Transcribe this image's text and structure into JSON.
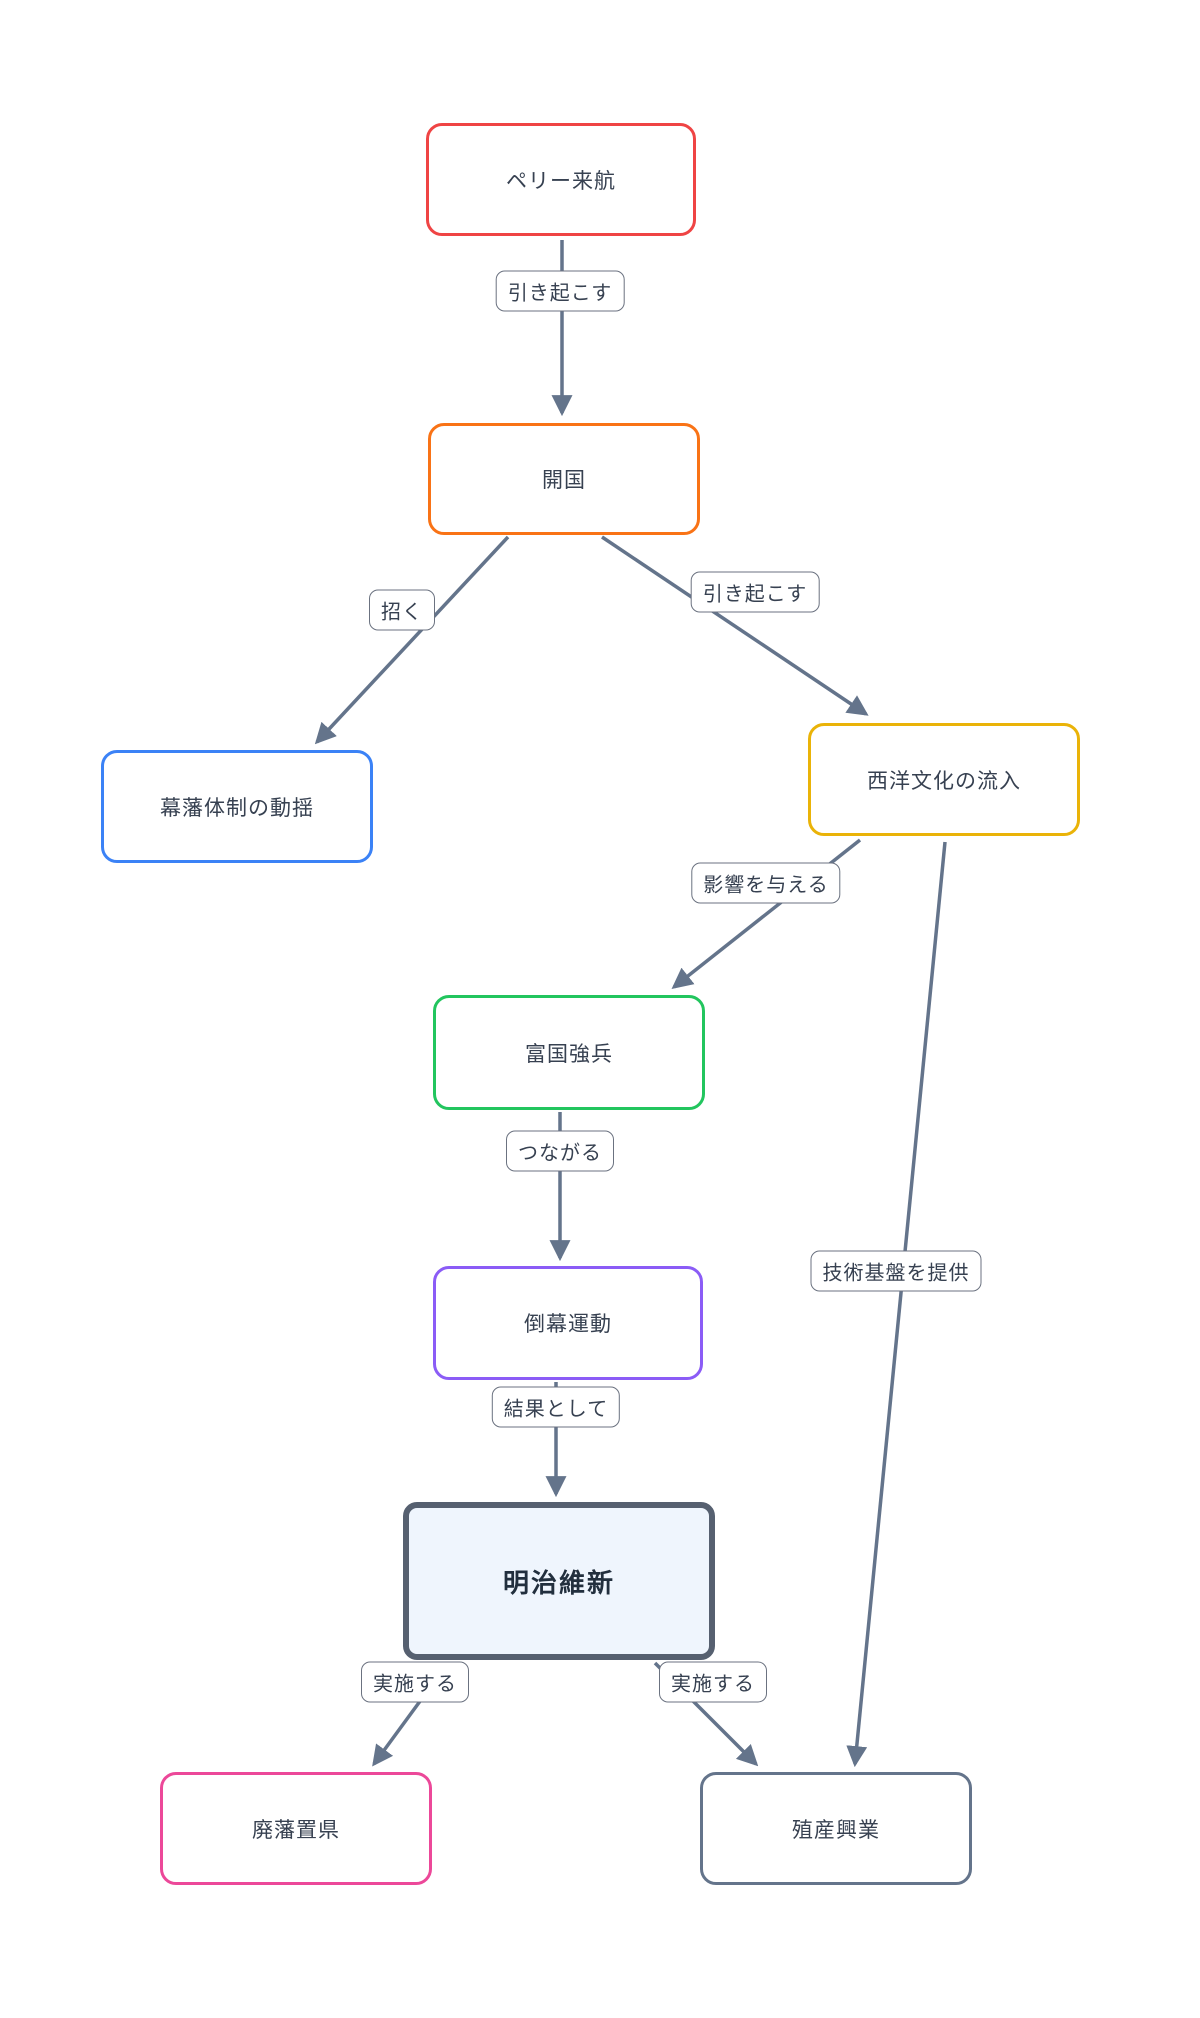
{
  "diagram": {
    "type": "flowchart",
    "background_color": "#ffffff",
    "edge_color": "#64748b",
    "edge_label_border_color": "#6b7280",
    "text_color": "#374151",
    "nodes": [
      {
        "id": "perry-arrival",
        "label": "ペリー来航",
        "border_color": "#ef4444",
        "fill_color": "#ffffff",
        "emphasis": false
      },
      {
        "id": "opening-country",
        "label": "開国",
        "border_color": "#f97316",
        "fill_color": "#ffffff",
        "emphasis": false
      },
      {
        "id": "bakuhan-unrest",
        "label": "幕藩体制の動揺",
        "border_color": "#3b82f6",
        "fill_color": "#ffffff",
        "emphasis": false
      },
      {
        "id": "western-culture",
        "label": "西洋文化の流入",
        "border_color": "#eab308",
        "fill_color": "#ffffff",
        "emphasis": false
      },
      {
        "id": "fukoku-kyohei",
        "label": "富国強兵",
        "border_color": "#22c55e",
        "fill_color": "#ffffff",
        "emphasis": false
      },
      {
        "id": "tobaku-movement",
        "label": "倒幕運動",
        "border_color": "#8b5cf6",
        "fill_color": "#ffffff",
        "emphasis": false
      },
      {
        "id": "meiji-restoration",
        "label": "明治維新",
        "border_color": "#566070",
        "fill_color": "#eff5fd",
        "emphasis": true
      },
      {
        "id": "haihan-chiken",
        "label": "廃藩置県",
        "border_color": "#ec4899",
        "fill_color": "#ffffff",
        "emphasis": false
      },
      {
        "id": "shokusan-kogyo",
        "label": "殖産興業",
        "border_color": "#64748b",
        "fill_color": "#ffffff",
        "emphasis": false
      }
    ],
    "edges": [
      {
        "from": "ペリー来航",
        "to": "開国",
        "label": "引き起こす"
      },
      {
        "from": "開国",
        "to": "幕藩体制の動揺",
        "label": "招く"
      },
      {
        "from": "開国",
        "to": "西洋文化の流入",
        "label": "引き起こす"
      },
      {
        "from": "西洋文化の流入",
        "to": "富国強兵",
        "label": "影響を与える"
      },
      {
        "from": "富国強兵",
        "to": "倒幕運動",
        "label": "つながる"
      },
      {
        "from": "倒幕運動",
        "to": "明治維新",
        "label": "結果として"
      },
      {
        "from": "明治維新",
        "to": "廃藩置県",
        "label": "実施する"
      },
      {
        "from": "明治維新",
        "to": "殖産興業",
        "label": "実施する"
      },
      {
        "from": "西洋文化の流入",
        "to": "殖産興業",
        "label": "技術基盤を提供"
      }
    ]
  }
}
